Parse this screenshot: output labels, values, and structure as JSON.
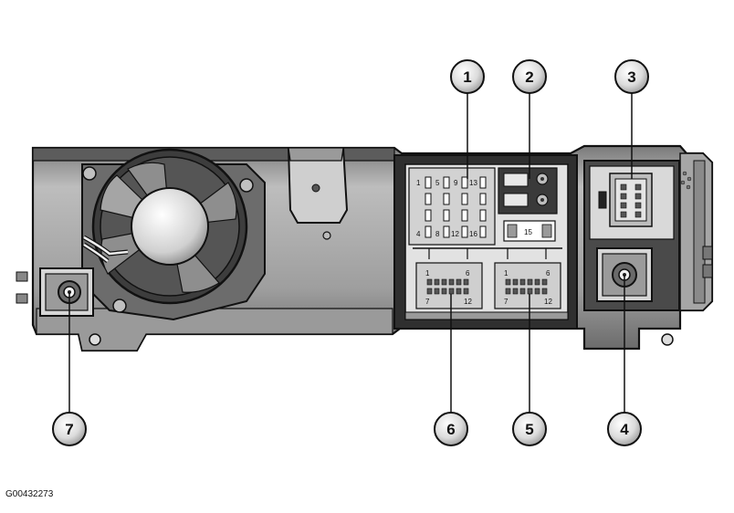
{
  "figure": {
    "reference_code": "G00432273"
  },
  "callouts": [
    {
      "label": "1"
    },
    {
      "label": "2"
    },
    {
      "label": "3"
    },
    {
      "label": "4"
    },
    {
      "label": "5"
    },
    {
      "label": "6"
    },
    {
      "label": "7"
    }
  ],
  "fuse_labels": {
    "top_row": [
      "1",
      "5",
      "9",
      "13"
    ],
    "bottom_row": [
      "4",
      "8",
      "12",
      "16"
    ],
    "relay": "15"
  },
  "connector_left": {
    "pins_top": [
      "1",
      "6"
    ],
    "pins_bottom": [
      "7",
      "12"
    ]
  },
  "connector_right": {
    "pins_top": [
      "1",
      "6"
    ],
    "pins_bottom": [
      "7",
      "12"
    ]
  },
  "colors": {
    "housing_dark": "#3a3a3a",
    "housing_mid": "#8c8c8c",
    "housing_light": "#c9c9c9",
    "panel_light": "#dedede",
    "callout_fill": "#d9d9d9"
  }
}
